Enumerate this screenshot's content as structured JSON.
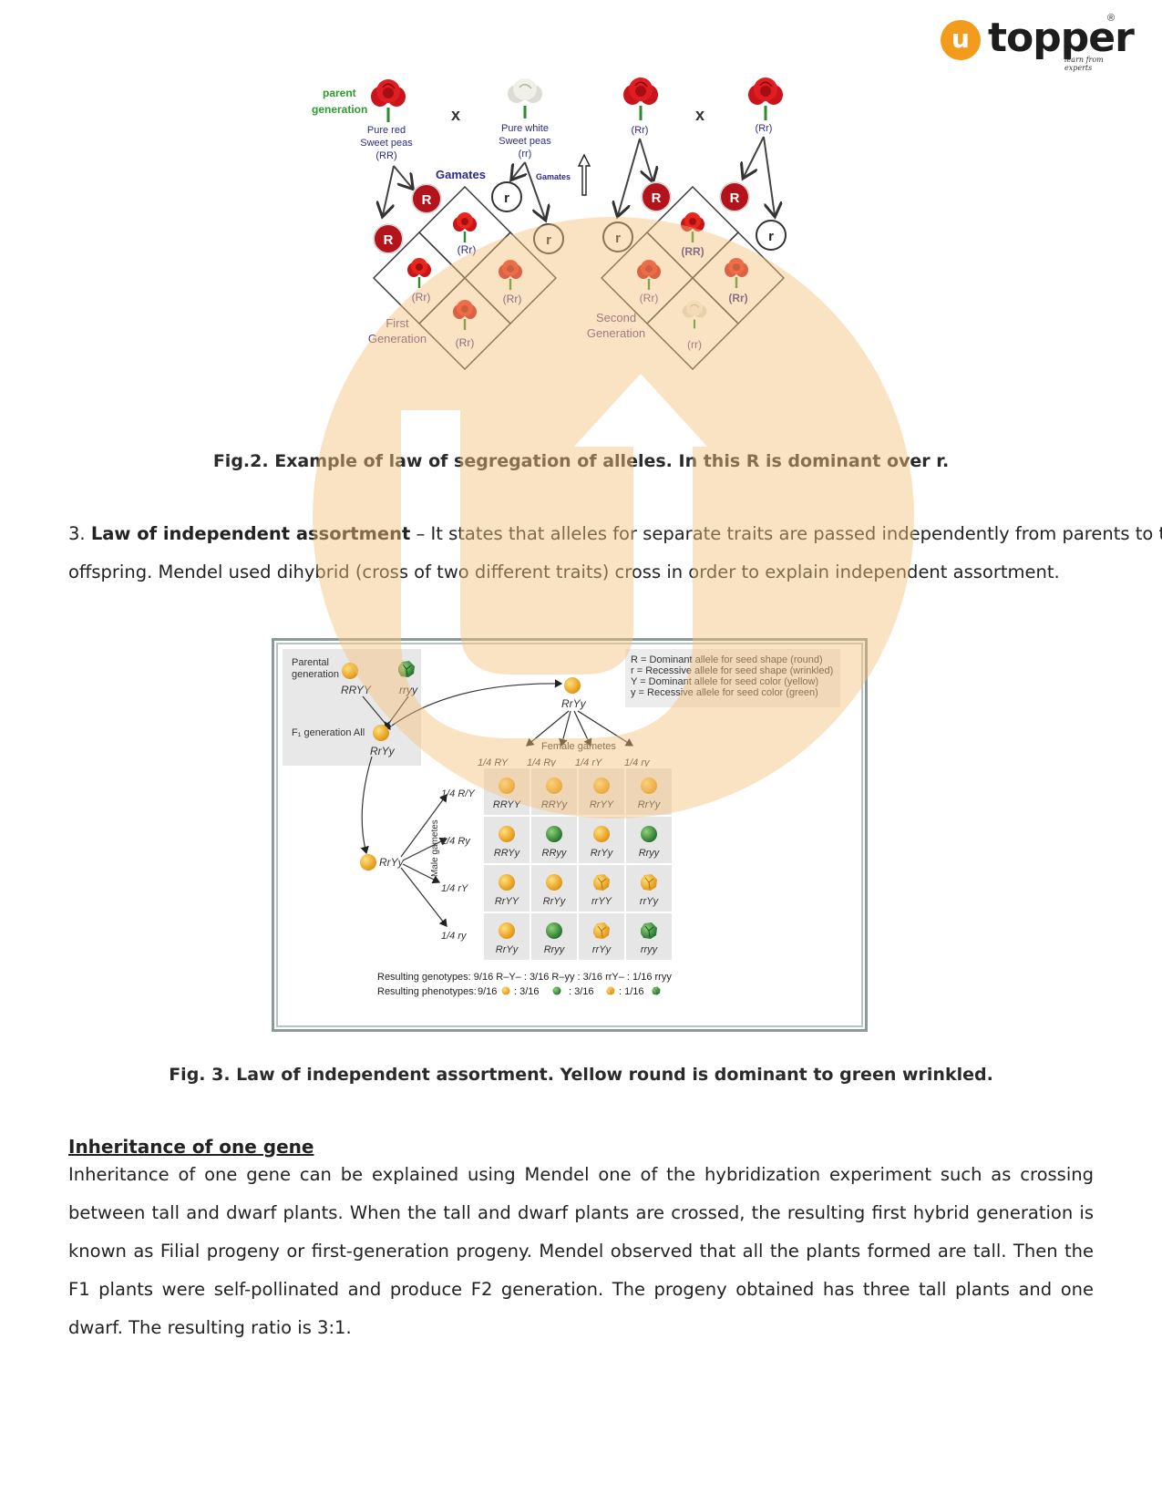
{
  "logo": {
    "name": "topper",
    "registered": "®",
    "tagline": "learn from experts"
  },
  "fig2": {
    "parent_generation_label": [
      "parent",
      "generation"
    ],
    "cross_symbol": "x",
    "left_cross": {
      "parent1": [
        "Pure red",
        "Sweet peas",
        "(RR)"
      ],
      "parent2": [
        "Pure white",
        "Sweet peas",
        "(rr)"
      ],
      "gamates_main": "Gamates",
      "gamates_small": "Gamates",
      "allele_R": "R",
      "allele_r": "r",
      "cells": [
        "(Rr)",
        "(Rr)",
        "(Rr)",
        "(Rr)"
      ],
      "generation_label": [
        "First",
        "Generation"
      ]
    },
    "right_cross": {
      "parent1": "(Rr)",
      "parent2": "(Rr)",
      "cells": [
        "(RR)",
        "(Rr)",
        "(Rr)",
        "(rr)"
      ],
      "generation_label": [
        "Second",
        "Generation"
      ]
    },
    "caption": "Fig.2. Example of law of segregation of alleles. In this R is dominant over r."
  },
  "section3": {
    "number": "3.",
    "title": "Law of independent assortment",
    "dash": " – ",
    "body_line1": "It states that alleles for separate traits are passed independently from parents to the",
    "body_line2": "offspring. Mendel used dihybrid (cross of two different traits) cross in order to explain independent assortment."
  },
  "fig3": {
    "parental_label": [
      "Parental",
      "generation"
    ],
    "parent1_genotype": "RRYY",
    "parent2_genotype": "rryy",
    "f1_label": "F₁ generation  All",
    "f1_genotype": "RrYy",
    "top_genotype": "RrYy",
    "male_genotype": "RrYy",
    "legend": [
      "R = Dominant allele for seed shape (round)",
      "r = Recessive allele for seed shape (wrinkled)",
      "Y = Dominant allele for seed color (yellow)",
      "y = Recessive allele for seed color (green)"
    ],
    "female_gametes_label": "Female gametes",
    "female_gametes": [
      "1/4 RY",
      "1/4 Ry",
      "1/4 rY",
      "1/4 ry"
    ],
    "male_gametes_label": "Male gametes",
    "male_gametes": [
      "1/4 R/Y",
      "1/4 Ry",
      "1/4 rY",
      "1/4 ry"
    ],
    "grid": [
      [
        {
          "g": "RRYY",
          "c": "yellow-round"
        },
        {
          "g": "RRYy",
          "c": "yellow-round"
        },
        {
          "g": "RrYY",
          "c": "yellow-round"
        },
        {
          "g": "RrYy",
          "c": "yellow-round"
        }
      ],
      [
        {
          "g": "RRYy",
          "c": "yellow-round"
        },
        {
          "g": "RRyy",
          "c": "green-round"
        },
        {
          "g": "RrYy",
          "c": "yellow-round"
        },
        {
          "g": "Rryy",
          "c": "green-round"
        }
      ],
      [
        {
          "g": "RrYY",
          "c": "yellow-round"
        },
        {
          "g": "RrYy",
          "c": "yellow-round"
        },
        {
          "g": "rrYY",
          "c": "yellow-wrinkled"
        },
        {
          "g": "rrYy",
          "c": "yellow-wrinkled"
        }
      ],
      [
        {
          "g": "RrYy",
          "c": "yellow-round"
        },
        {
          "g": "Rryy",
          "c": "green-round"
        },
        {
          "g": "rrYy",
          "c": "yellow-wrinkled"
        },
        {
          "g": "rryy",
          "c": "green-wrinkled"
        }
      ]
    ],
    "genotypes_line": "Resulting genotypes: 9/16 R–Y–  :  3/16 R–yy  :  3/16 rrY–  :  1/16 rryy",
    "phenotypes_label": "Resulting phenotypes:",
    "phenotypes": [
      "9/16",
      ":  3/16",
      ":  3/16",
      ":  1/16"
    ],
    "caption": "Fig. 3. Law of independent assortment. Yellow round is dominant to green wrinkled."
  },
  "inheritance": {
    "heading": "Inheritance of one gene",
    "body": "Inheritance of one gene can be explained using Mendel one of the hybridization experiment such as crossing between tall and dwarf plants. When the tall and dwarf plants are crossed, the resulting first hybrid generation is known as Filial progeny or first-generation progeny. Mendel observed that all the plants formed are tall. Then the F1 plants were self-pollinated and produce F2 generation. The progeny obtained has three tall plants and one dwarf. The resulting ratio is 3:1."
  },
  "colors": {
    "watermark": "#f6c27a",
    "rose_red": "#d4161b",
    "allele_red": "#b4141c",
    "navy_text": "#2b2a8a",
    "green_label": "#2f9a2f",
    "yellow_seed": "#f0a419",
    "green_seed": "#2f8a3a"
  }
}
